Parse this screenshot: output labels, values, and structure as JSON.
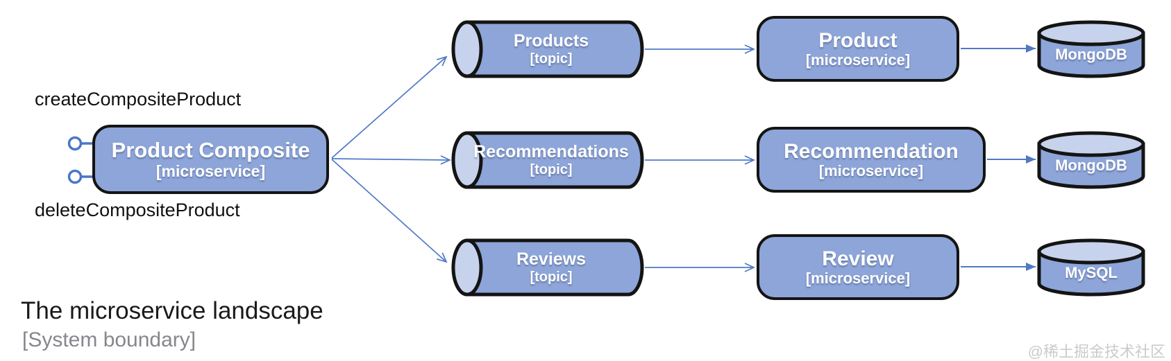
{
  "diagram": {
    "title": "The microservice landscape",
    "subtitle": "[System boundary]",
    "watermark": "@稀土掘金技术社区",
    "composite": {
      "title": "Product Composite",
      "type_label": "[microservice]",
      "api_labels": {
        "create": "createCompositeProduct",
        "delete": "deleteCompositeProduct"
      }
    },
    "rows": [
      {
        "topic": {
          "name": "Products",
          "type_label": "[topic]"
        },
        "service": {
          "name": "Product",
          "type_label": "[microservice]"
        },
        "database": {
          "name": "MongoDB"
        }
      },
      {
        "topic": {
          "name": "Recommendations",
          "type_label": "[topic]"
        },
        "service": {
          "name": "Recommendation",
          "type_label": "[microservice]"
        },
        "database": {
          "name": "MongoDB"
        }
      },
      {
        "topic": {
          "name": "Reviews",
          "type_label": "[topic]"
        },
        "service": {
          "name": "Review",
          "type_label": "[microservice]"
        },
        "database": {
          "name": "MySQL"
        }
      }
    ],
    "colors": {
      "shape_fill": "#8da5d8",
      "cap_fill": "#c7d3ec",
      "outline": "#141414",
      "arrow": "#4f79c5",
      "subtitle_gray": "#85878c",
      "watermark_gray": "#cbcbcb"
    }
  }
}
